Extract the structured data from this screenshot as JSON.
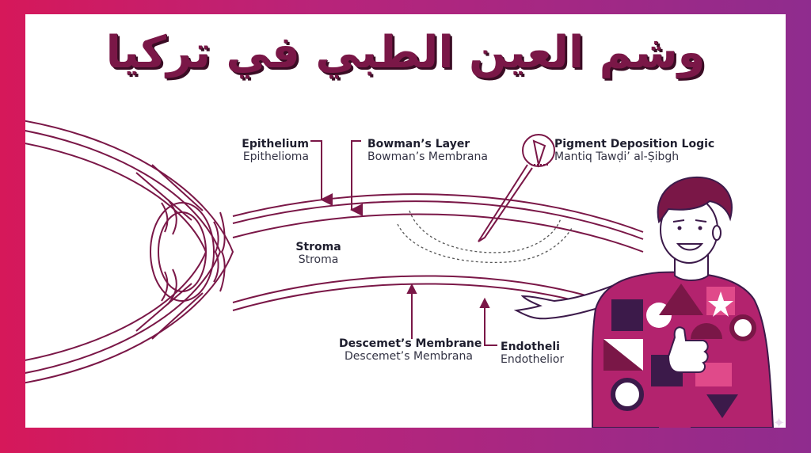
{
  "title": "وشم العين الطبي في تركيا",
  "labels": {
    "epithelium": {
      "name": "Epithelium",
      "alt": "Epithelioma"
    },
    "bowman": {
      "name": "Bowman’s Layer",
      "alt": "Bowman’s Membrana"
    },
    "pigment": {
      "name": "Pigment Deposition Logic",
      "alt": "Mantiq Tawḍi’ al-Ṣibgh"
    },
    "stroma": {
      "name": "Stroma",
      "alt": "Stroma"
    },
    "descemet": {
      "name": "Descemet’s Membrane",
      "alt": "Descemet’s Membrana"
    },
    "endothelium": {
      "name": "Endotheli",
      "alt": "Endothelion"
    }
  },
  "colors": {
    "line": "#7a1747",
    "accent": "#b3236e",
    "dark": "#3c1a4a",
    "background_gradient": [
      "#d6185a",
      "#8f2c8e"
    ]
  },
  "icons": {
    "needle": "tattoo-needle-icon",
    "character": "presenter-character",
    "sparkle": "sparkle-icon"
  }
}
